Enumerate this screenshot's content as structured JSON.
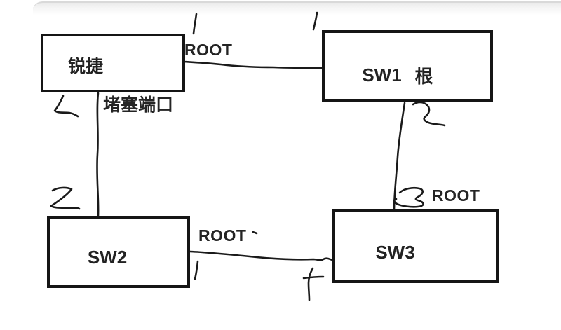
{
  "canvas": {
    "background": "#ffffff",
    "ink_color": "#1a1a1a",
    "chrome_line_color": "#d9d9d9"
  },
  "diagram": {
    "nodes": [
      {
        "id": "ruijie",
        "label": "锐捷"
      },
      {
        "id": "sw1",
        "label": "SW1",
        "role": "根"
      },
      {
        "id": "sw2",
        "label": "SW2"
      },
      {
        "id": "sw3",
        "label": "SW3"
      }
    ],
    "edge_labels": [
      {
        "id": "root-ruijie",
        "text": "ROOT"
      },
      {
        "id": "blocked-port",
        "text": "堵塞端口"
      },
      {
        "id": "root-sw2",
        "text": "ROOT"
      },
      {
        "id": "root-sw3",
        "text": "ROOT"
      }
    ],
    "links": [
      {
        "from": "ruijie",
        "to": "sw1"
      },
      {
        "from": "ruijie",
        "to": "sw2"
      },
      {
        "from": "sw1",
        "to": "sw3"
      },
      {
        "from": "sw2",
        "to": "sw3"
      }
    ],
    "handwritten_numbers": [
      {
        "id": "port-1-near-ruijie-root",
        "value": "1"
      },
      {
        "id": "port-1-above-sw1",
        "value": "1"
      },
      {
        "id": "port-2-below-ruijie",
        "value": "2"
      },
      {
        "id": "port-2-below-sw1",
        "value": "2"
      },
      {
        "id": "port-2-above-sw2",
        "value": "2"
      },
      {
        "id": "port-1-right-of-sw2",
        "value": "1"
      },
      {
        "id": "port-3-above-sw3",
        "value": "3"
      },
      {
        "id": "port-4-left-of-sw3",
        "value": "4"
      }
    ]
  }
}
